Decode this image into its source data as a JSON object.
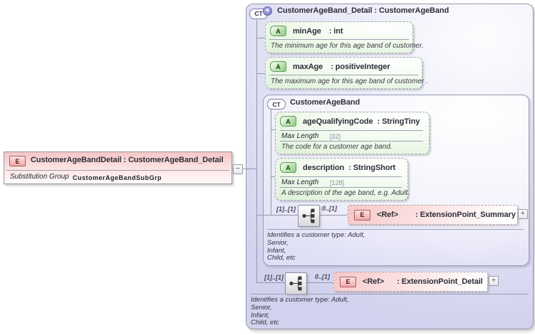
{
  "colors": {
    "element_pink": "#f6caca",
    "attribute_green": "#dcf0d6",
    "complex_type_lavender": "#d6d6f0",
    "connector_gray": "#9595a8"
  },
  "root_element": {
    "icon": "E",
    "title": "CustomerAgeBandDetail : CustomerAgeBand_Detail",
    "substitution_group": {
      "label": "Substitution Group",
      "value": "CustomerAgeBandSubGrp"
    },
    "collapse_glyph": "−"
  },
  "type_box": {
    "icon": "CT",
    "icon_plus": "+",
    "title": "CustomerAgeBand_Detail : CustomerAgeBand",
    "attributes": {
      "min_age": {
        "icon": "A",
        "name": "minAge",
        "type": ": int",
        "doc": "The minimum age for this age band of customer."
      },
      "max_age": {
        "icon": "A",
        "name": "maxAge",
        "type": ": positiveInteger",
        "doc": "The maximum age for this age band of customer ."
      }
    },
    "base_type": {
      "icon": "CT",
      "title": "CustomerAgeBand",
      "attributes": {
        "age_qualifying_code": {
          "icon": "A",
          "name": "ageQualifyingCode",
          "type": ": StringTiny",
          "facet_label": "Max Length",
          "facet_value": "[32]",
          "doc": "The code for a customer age band."
        },
        "description": {
          "icon": "A",
          "name": "description",
          "type": ": StringShort",
          "facet_label": "Max Length",
          "facet_value": "[128]",
          "doc": "A description of the age band, e.g. Adult."
        }
      },
      "model_group": {
        "occurs_left": "[1]..[1]",
        "occurs_right": "0..[1]",
        "element": {
          "icon": "E",
          "name": "<Ref>",
          "type": ": ExtensionPoint_Summary",
          "expand_glyph": "+"
        },
        "annotation": [
          "Identifies a customer type: Adult,",
          "Senior,",
          "Infant,",
          "Child, etc"
        ]
      }
    },
    "model_group": {
      "occurs_left": "[1]..[1]",
      "occurs_right": "0..[1]",
      "element": {
        "icon": "E",
        "name": "<Ref>",
        "type": ": ExtensionPoint_Detail",
        "expand_glyph": "+"
      },
      "annotation": [
        "Identifies a customer type: Adult,",
        "Senior,",
        "Infant,",
        "Child, etc"
      ]
    }
  }
}
